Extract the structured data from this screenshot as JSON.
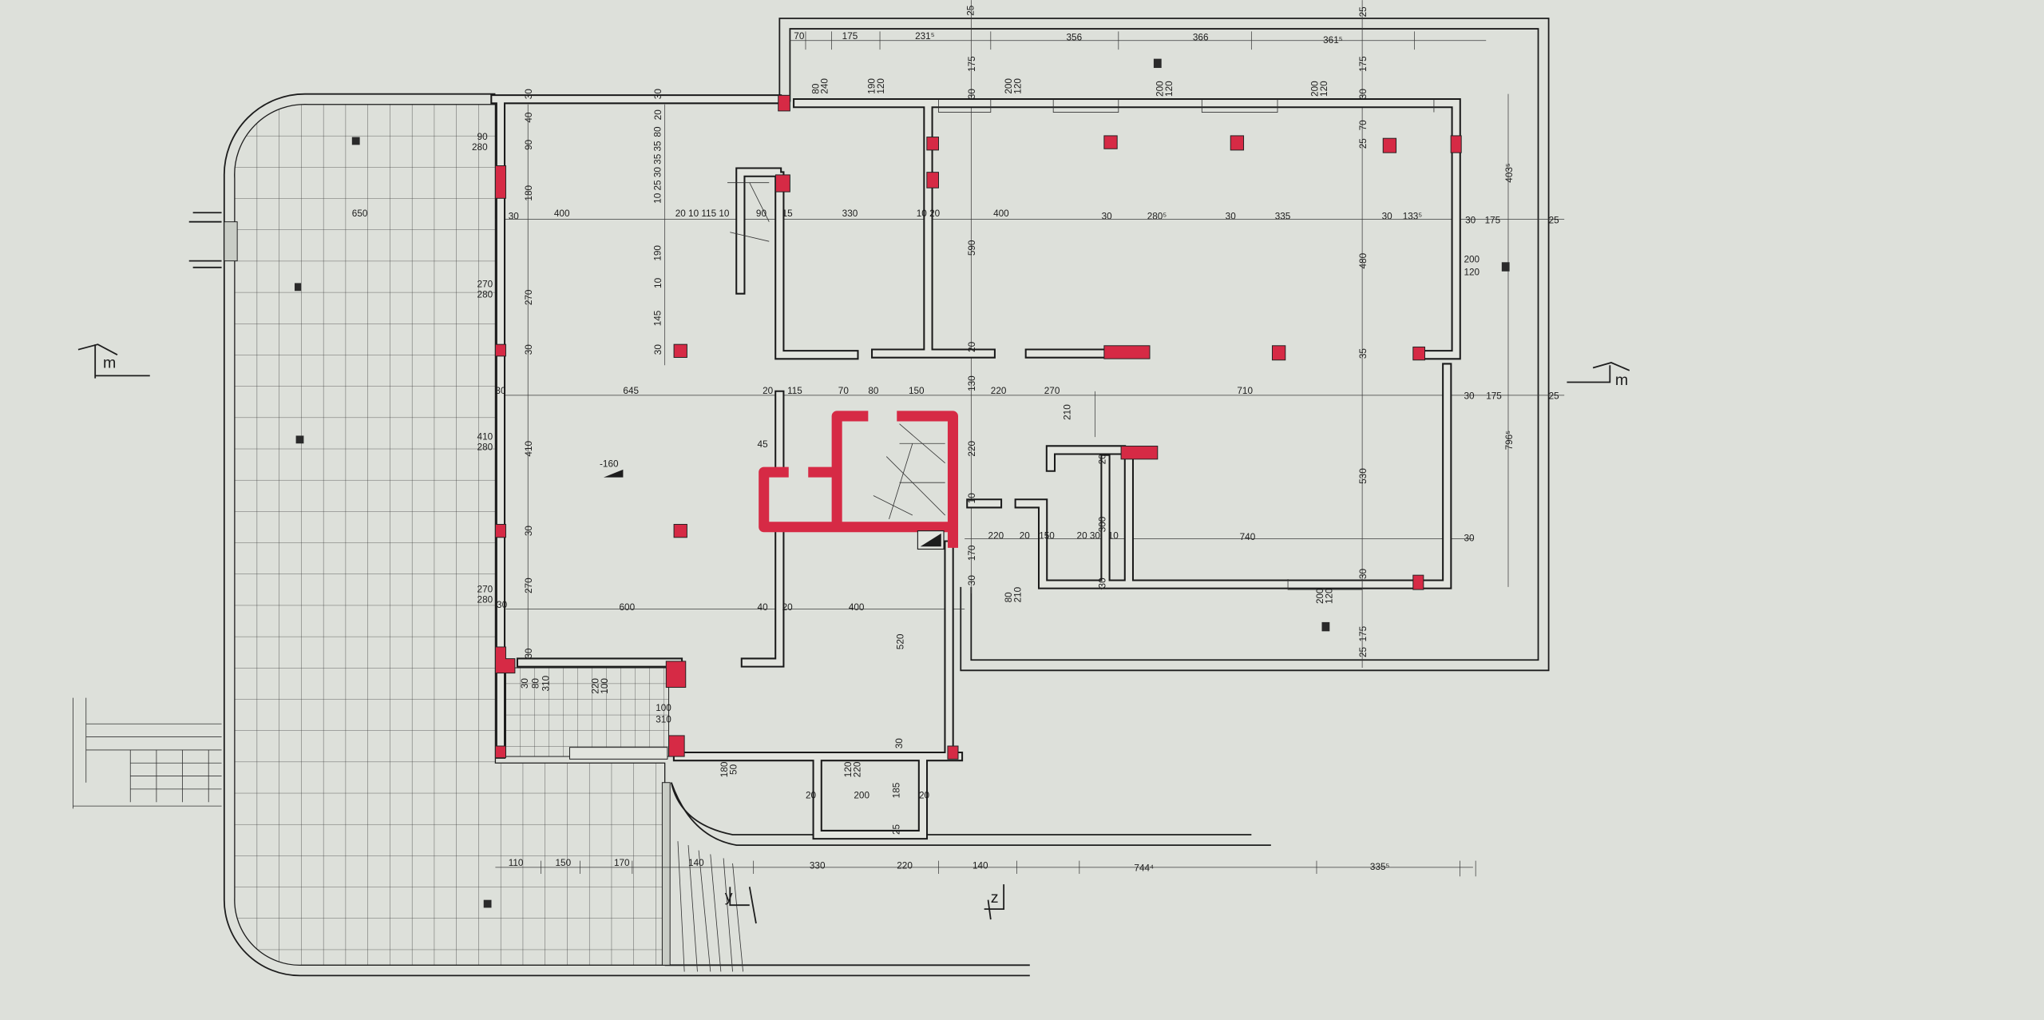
{
  "colors": {
    "paper": "#dde0da",
    "ink": "#1d1d1d",
    "column_red": "#d62a45"
  },
  "level_mark": "-160",
  "section_markers": {
    "m_left": "m",
    "m_right": "m",
    "y": "y",
    "z": "z"
  },
  "dims": {
    "top": [
      "70",
      "175",
      "231⁵",
      "356",
      "366",
      "361⁵",
      "25",
      "25"
    ],
    "openings": [
      "80",
      "240",
      "190",
      "120",
      "30",
      "200",
      "120",
      "200",
      "120",
      "200",
      "120",
      "30",
      "175",
      "175",
      "70",
      "25"
    ],
    "left": [
      "90",
      "280",
      "270",
      "280",
      "410",
      "280",
      "270",
      "280",
      "650",
      "30",
      "30",
      "30"
    ],
    "col405": [
      "30",
      "40",
      "90",
      "180",
      "270",
      "30",
      "410",
      "30",
      "270",
      "30"
    ],
    "col505": [
      "30",
      "20",
      "80",
      "10 25 30 35 35",
      "190",
      "10",
      "145",
      "30"
    ],
    "row168": [
      "400",
      "20 10 115 10",
      "90",
      "15",
      "330",
      "10 20",
      "400",
      "30",
      "280⁵",
      "30",
      "335",
      "30",
      "133⁵",
      "30",
      "175",
      "25"
    ],
    "col745": [
      "590",
      "20",
      "130",
      "220",
      "10",
      "170",
      "30"
    ],
    "row303": [
      "645",
      "20",
      "115",
      "70",
      "80",
      "150",
      "220",
      "270",
      "710",
      "30",
      "175",
      "25",
      "210",
      "45"
    ],
    "col1045": [
      "480",
      "35",
      "530",
      "30",
      "200",
      "120",
      "403⁵",
      "796⁵"
    ],
    "row413": [
      "220",
      "20",
      "150",
      "20",
      "30",
      "10",
      "300",
      "20",
      "740",
      "30",
      "80",
      "210",
      "30",
      "200",
      "120",
      "175",
      "25"
    ],
    "row467": [
      "600",
      "40",
      "20",
      "400",
      "520",
      "30",
      "80",
      "310",
      "220",
      "100",
      "100",
      "310"
    ],
    "bottom": [
      "180",
      "50",
      "120",
      "220",
      "30",
      "20",
      "200",
      "185",
      "20",
      "25"
    ],
    "row665": [
      "110",
      "150",
      "170",
      "140",
      "330",
      "220",
      "140",
      "744⁴",
      "335⁵"
    ]
  }
}
